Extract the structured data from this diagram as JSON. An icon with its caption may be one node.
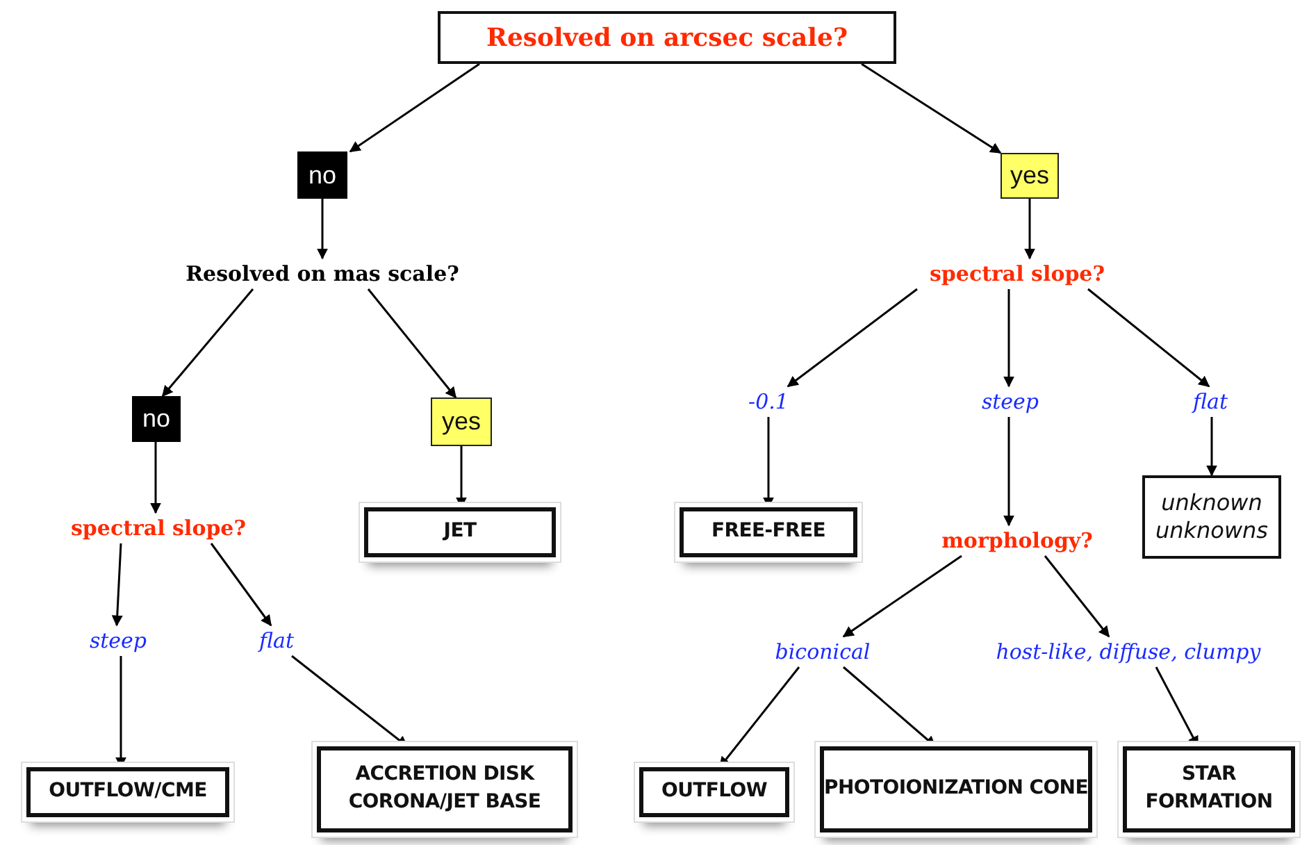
{
  "diagram": {
    "nodes": [
      {
        "text": [
          "Resolved on arcsec scale?"
        ]
      },
      {
        "text": [
          "no"
        ]
      },
      {
        "text": [
          "yes"
        ]
      },
      {
        "text": [
          "Resolved on mas scale?"
        ]
      },
      {
        "text": [
          "spectral slope?"
        ]
      },
      {
        "text": [
          "no"
        ]
      },
      {
        "text": [
          "yes"
        ]
      },
      {
        "text": [
          "-0.1"
        ]
      },
      {
        "text": [
          "steep"
        ]
      },
      {
        "text": [
          "flat"
        ]
      },
      {
        "text": [
          "spectral slope?"
        ]
      },
      {
        "text": [
          "JET"
        ]
      },
      {
        "text": [
          "FREE-FREE"
        ]
      },
      {
        "text": [
          "morphology?"
        ]
      },
      {
        "text": [
          "unknown unknowns"
        ]
      },
      {
        "text": [
          "steep"
        ]
      },
      {
        "text": [
          "flat"
        ]
      },
      {
        "text": [
          "biconical"
        ]
      },
      {
        "text": [
          "host-like, diffuse, clumpy"
        ]
      },
      {
        "text": [
          "OUTFLOW/CME"
        ]
      },
      {
        "text": [
          "ACCRETION DISK CORONA/JET BASE"
        ]
      },
      {
        "text": [
          "OUTFLOW"
        ]
      },
      {
        "text": [
          "PHOTOIONIZATION CONE"
        ]
      },
      {
        "text": [
          "STAR FORMATION"
        ]
      }
    ],
    "edges": [
      {
        "from": 0,
        "to": 1,
        "arrow": "to"
      },
      {
        "from": 0,
        "to": 2,
        "arrow": "to"
      },
      {
        "from": 1,
        "to": 3,
        "arrow": "to"
      },
      {
        "from": 2,
        "to": 4,
        "arrow": "to"
      },
      {
        "from": 3,
        "to": 5,
        "arrow": "to"
      },
      {
        "from": 3,
        "to": 6,
        "arrow": "to"
      },
      {
        "from": 4,
        "to": 7,
        "arrow": "to"
      },
      {
        "from": 4,
        "to": 8,
        "arrow": "to"
      },
      {
        "from": 4,
        "to": 9,
        "arrow": "to"
      },
      {
        "from": 5,
        "to": 10,
        "arrow": "to"
      },
      {
        "from": 6,
        "to": 11,
        "arrow": "to"
      },
      {
        "from": 7,
        "to": 12,
        "arrow": "to"
      },
      {
        "from": 8,
        "to": 13,
        "arrow": "to"
      },
      {
        "from": 9,
        "to": 14,
        "arrow": "to"
      },
      {
        "from": 10,
        "to": 15,
        "arrow": "to"
      },
      {
        "from": 10,
        "to": 16,
        "arrow": "to"
      },
      {
        "from": 13,
        "to": 17,
        "arrow": "to"
      },
      {
        "from": 13,
        "to": 18,
        "arrow": "to"
      },
      {
        "from": 15,
        "to": 19,
        "arrow": "to"
      },
      {
        "from": 16,
        "to": 20,
        "arrow": "to"
      },
      {
        "from": 17,
        "to": 21,
        "arrow": "to"
      },
      {
        "from": 17,
        "to": 22,
        "arrow": "to"
      },
      {
        "from": 18,
        "to": 23,
        "arrow": "to"
      }
    ]
  }
}
